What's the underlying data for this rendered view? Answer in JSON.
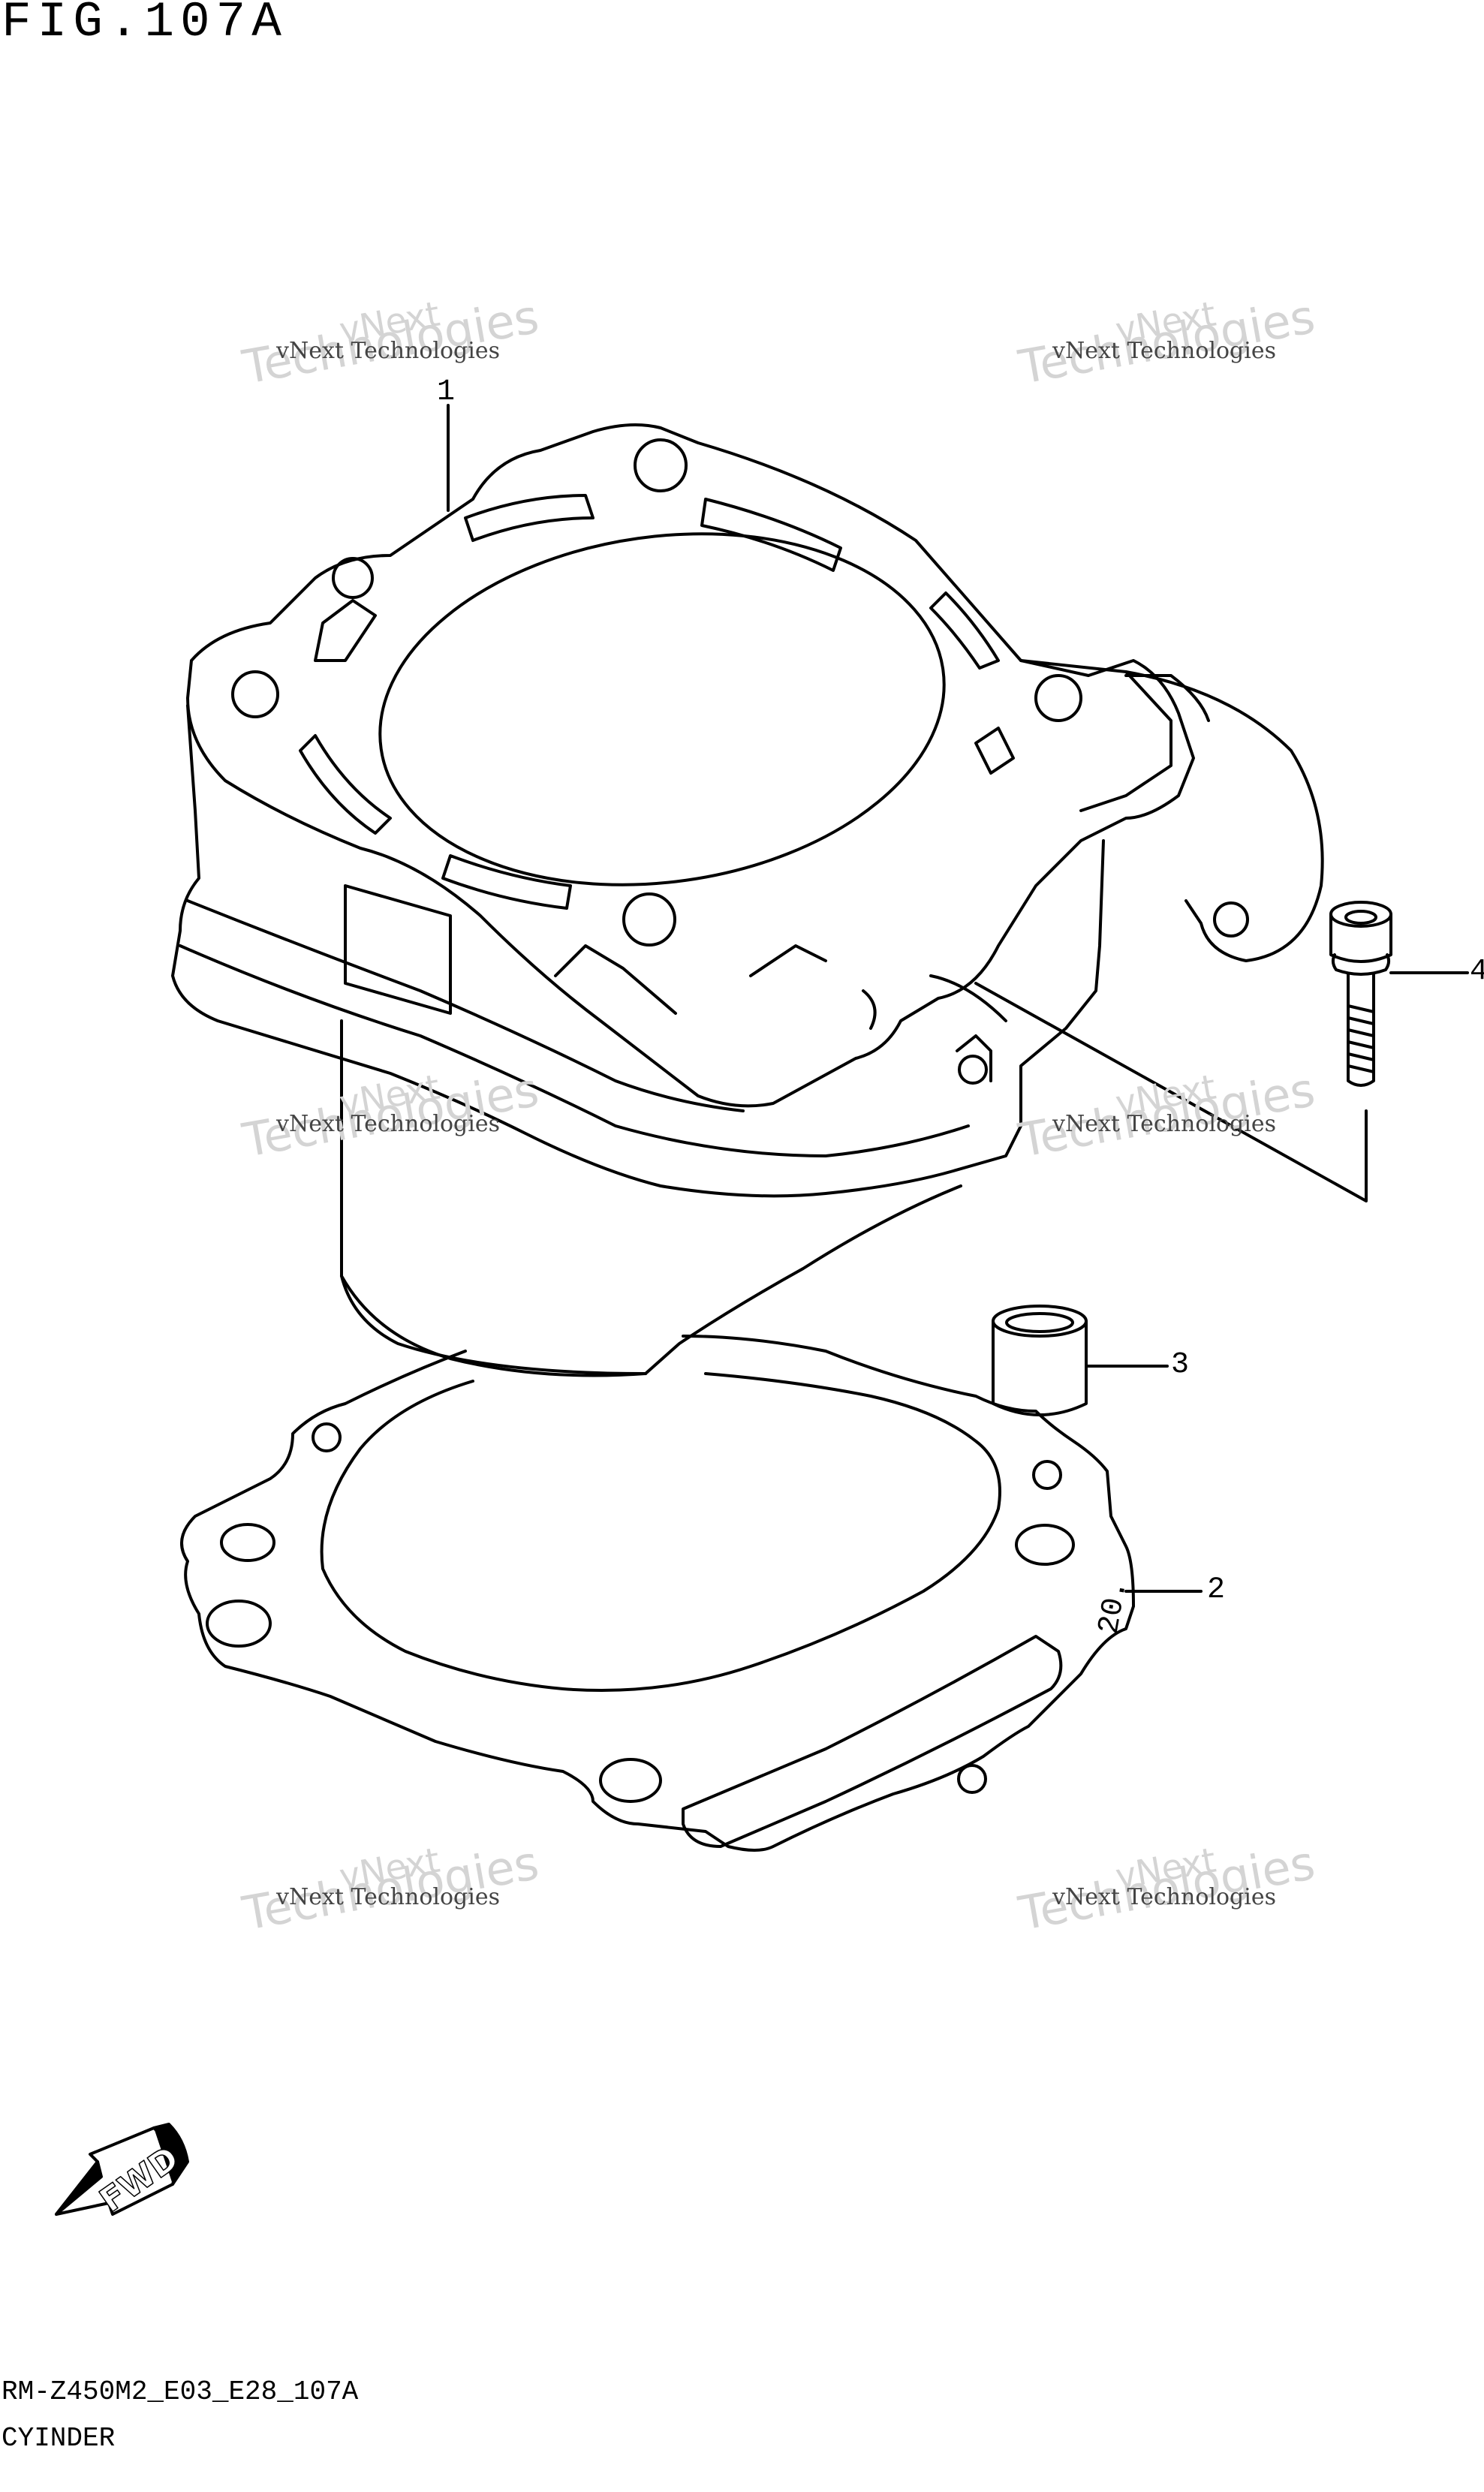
{
  "figure": {
    "title": "FIG.107A",
    "code": "RM-Z450M2_E03_E28_107A",
    "name": "CYINDER"
  },
  "callouts": [
    {
      "id": "1"
    },
    {
      "id": "2"
    },
    {
      "id": "3"
    },
    {
      "id": "4"
    }
  ],
  "watermark": {
    "line": "vNext Technologies",
    "word1": "vNext",
    "word2": "Technologies"
  },
  "direction_marker": {
    "label": "FWD"
  },
  "gasket_mark": {
    "label": "20."
  }
}
